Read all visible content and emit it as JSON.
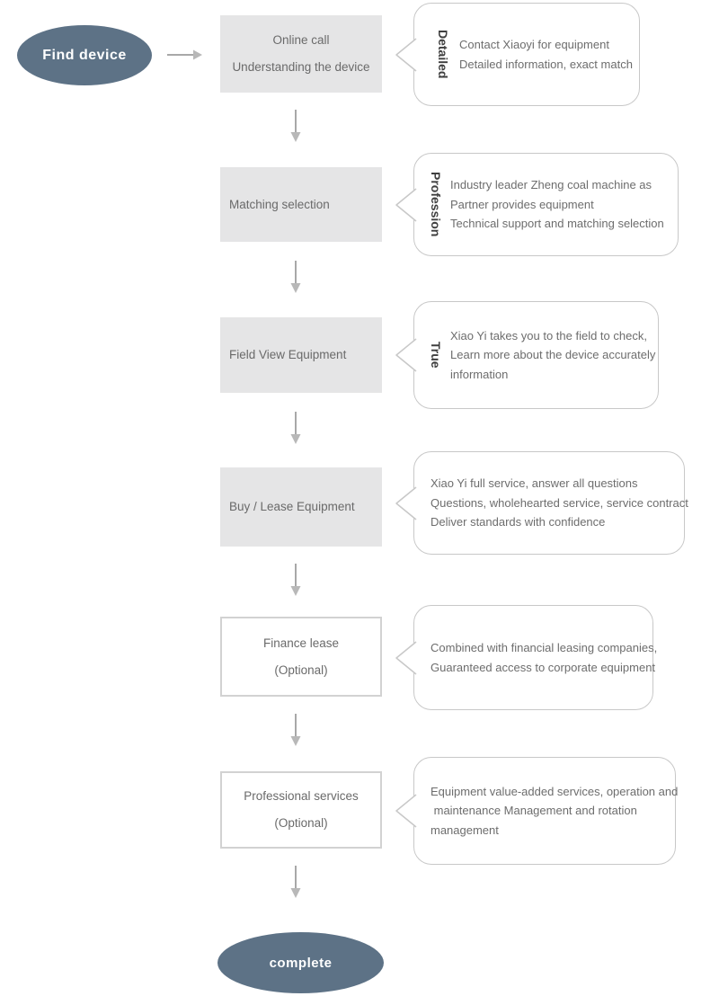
{
  "flowchart": {
    "start_label": "Find device",
    "end_label": "complete",
    "colors": {
      "node_fill": "#5d7286",
      "box_fill": "#e5e5e6",
      "box_border": "#d2d2d2",
      "bubble_border": "#c8c8c8",
      "text_gray": "#6d6d6d",
      "tag_text": "#3f3f3f",
      "arrow": "#a8a8a8"
    },
    "icons": {
      "down_arrow": "arrow-down-icon",
      "right_arrow": "arrow-right-icon",
      "bubble_tail": "speech-tail-icon"
    },
    "steps": [
      {
        "box": {
          "lines": [
            "Online call",
            "Understanding the device"
          ]
        },
        "bubble": {
          "tag": "Detailed",
          "lines": [
            "Contact Xiaoyi for equipment",
            "Detailed information, exact match"
          ]
        }
      },
      {
        "box": {
          "lines": [
            "Matching selection"
          ]
        },
        "bubble": {
          "tag": "Profession",
          "lines": [
            "Industry leader Zheng coal machine as",
            "Partner provides equipment",
            "Technical support and matching selection"
          ]
        }
      },
      {
        "box": {
          "lines": [
            "Field View Equipment"
          ]
        },
        "bubble": {
          "tag": "True",
          "lines": [
            "Xiao Yi takes you to the field to check,",
            "Learn more about the device accurately",
            "information"
          ]
        }
      },
      {
        "box": {
          "lines": [
            "Buy / Lease Equipment"
          ]
        },
        "bubble": {
          "lines": [
            "Xiao Yi full service, answer all questions",
            "Questions, wholehearted service, service contract",
            "Deliver standards with confidence"
          ]
        }
      },
      {
        "box": {
          "lines": [
            "Finance lease",
            "(Optional)"
          ]
        },
        "bubble": {
          "lines": [
            "Combined with financial leasing companies,",
            "Guaranteed access to corporate equipment"
          ]
        }
      },
      {
        "box": {
          "lines": [
            "Professional services",
            "(Optional)"
          ]
        },
        "bubble": {
          "lines": [
            "Equipment value-added services, operation and",
            " maintenance Management and rotation",
            "management"
          ]
        }
      }
    ]
  }
}
